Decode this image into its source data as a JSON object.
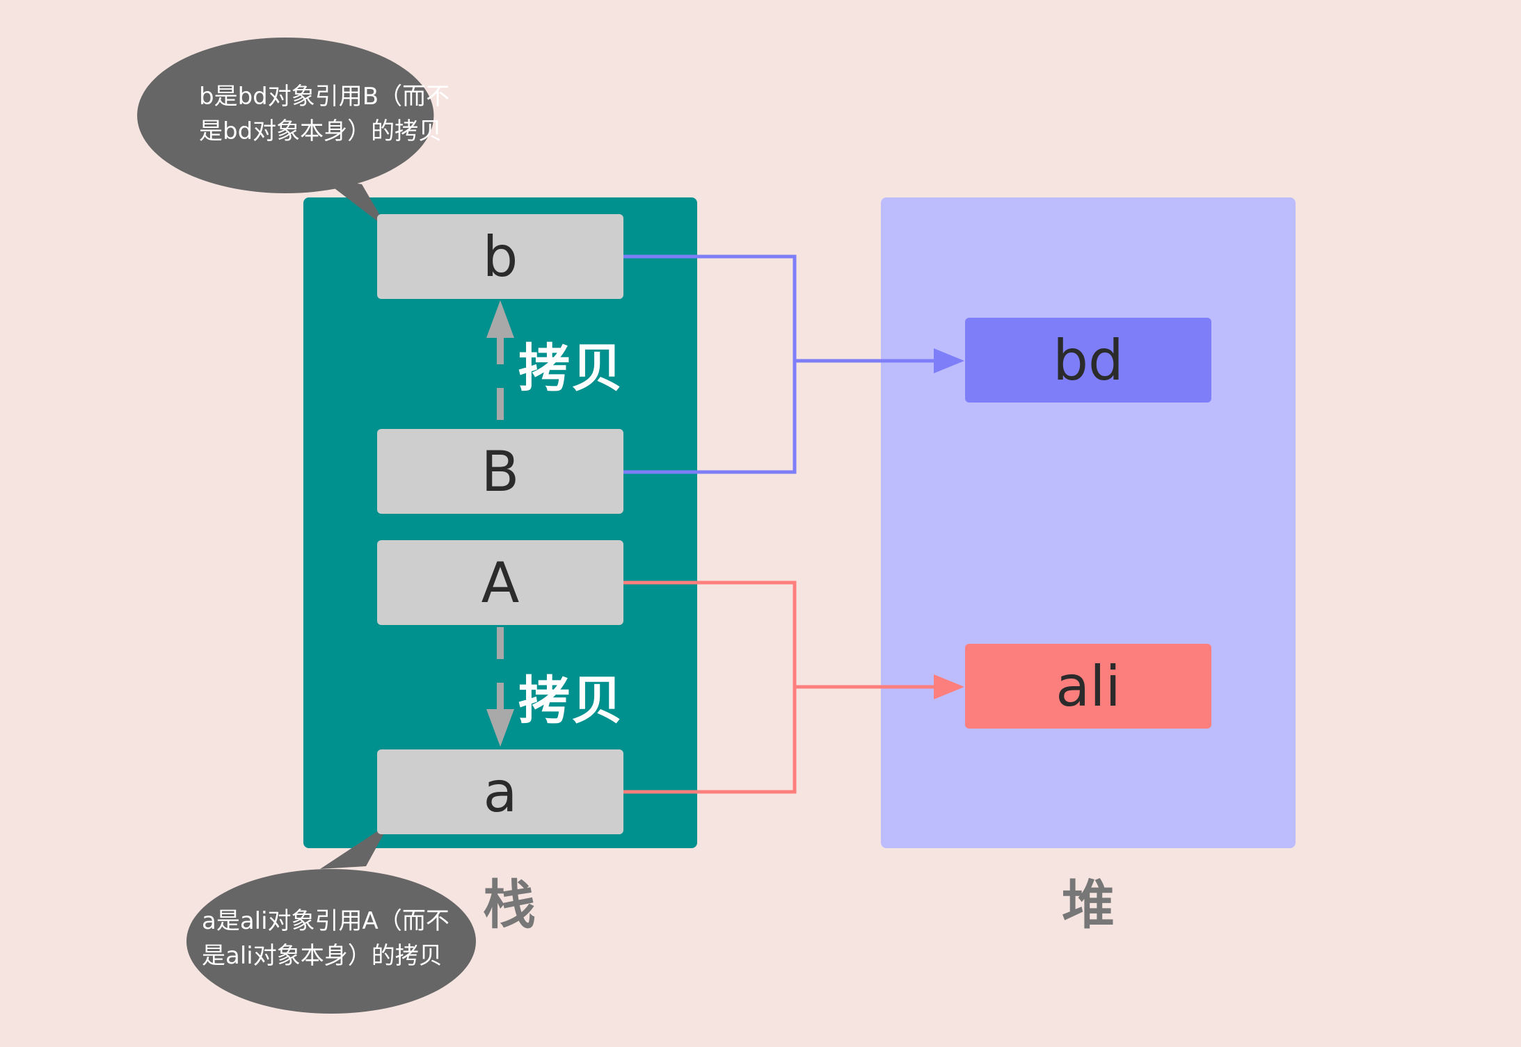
{
  "stack": {
    "label": "栈",
    "vars": {
      "b": "b",
      "B": "B",
      "A": "A",
      "a": "a"
    },
    "copy_top": "拷贝",
    "copy_bottom": "拷贝"
  },
  "heap": {
    "label": "堆",
    "objects": {
      "bd": "bd",
      "ali": "ali"
    }
  },
  "notes": {
    "top": "b是bd对象引用B（而不是bd对象本身）的拷贝",
    "bottom": "a是ali对象引用A（而不是ali对象本身）的拷贝"
  },
  "colors": {
    "background": "#f6e4e0",
    "stack": "#00918e",
    "heap": "#bdbdfe",
    "var_cell": "#cecece",
    "bd": "#7e7ef9",
    "ali": "#fd7f7d",
    "bubble": "#666666",
    "copy_arrow": "#a9a9a9"
  }
}
